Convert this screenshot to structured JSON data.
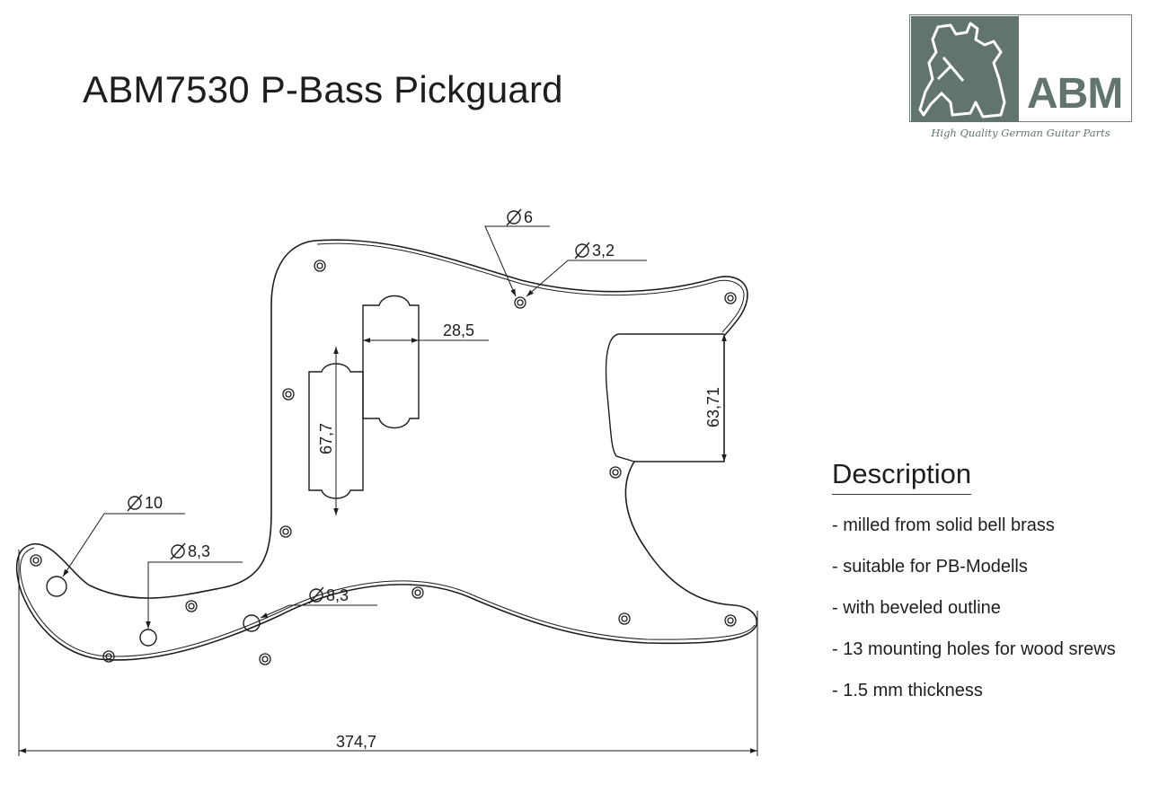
{
  "title": "ABM7530 P-Bass Pickguard",
  "logo": {
    "text": "ABM",
    "tagline": "High Quality German Guitar Parts",
    "color": "#61756e"
  },
  "dimensions": {
    "hole_6": "6",
    "hole_3_2": "3,2",
    "hole_10": "10",
    "hole_8_3_a": "8,3",
    "hole_8_3_b": "8,3",
    "pickup_offset": "28,5",
    "pickup_length": "67,7",
    "control_height": "63,71",
    "overall_width": "374,7"
  },
  "description": {
    "heading": "Description",
    "items": [
      "- milled from solid bell brass",
      "- suitable for PB-Modells",
      "- with beveled outline",
      "- 13 mounting holes for wood srews",
      "- 1.5 mm thickness"
    ]
  }
}
